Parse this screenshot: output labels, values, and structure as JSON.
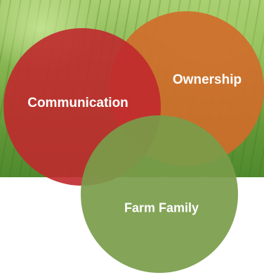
{
  "circles": {
    "communication": {
      "label": "Communication",
      "color": "#c0292e"
    },
    "ownership": {
      "label": "Ownership",
      "color": "#d26b2a"
    },
    "farm_family": {
      "label": "Farm Family",
      "color": "#7a9c4a"
    }
  },
  "colors": {
    "background": "#ffffff",
    "photo_green": "#7fb04a",
    "text": "#ffffff"
  }
}
